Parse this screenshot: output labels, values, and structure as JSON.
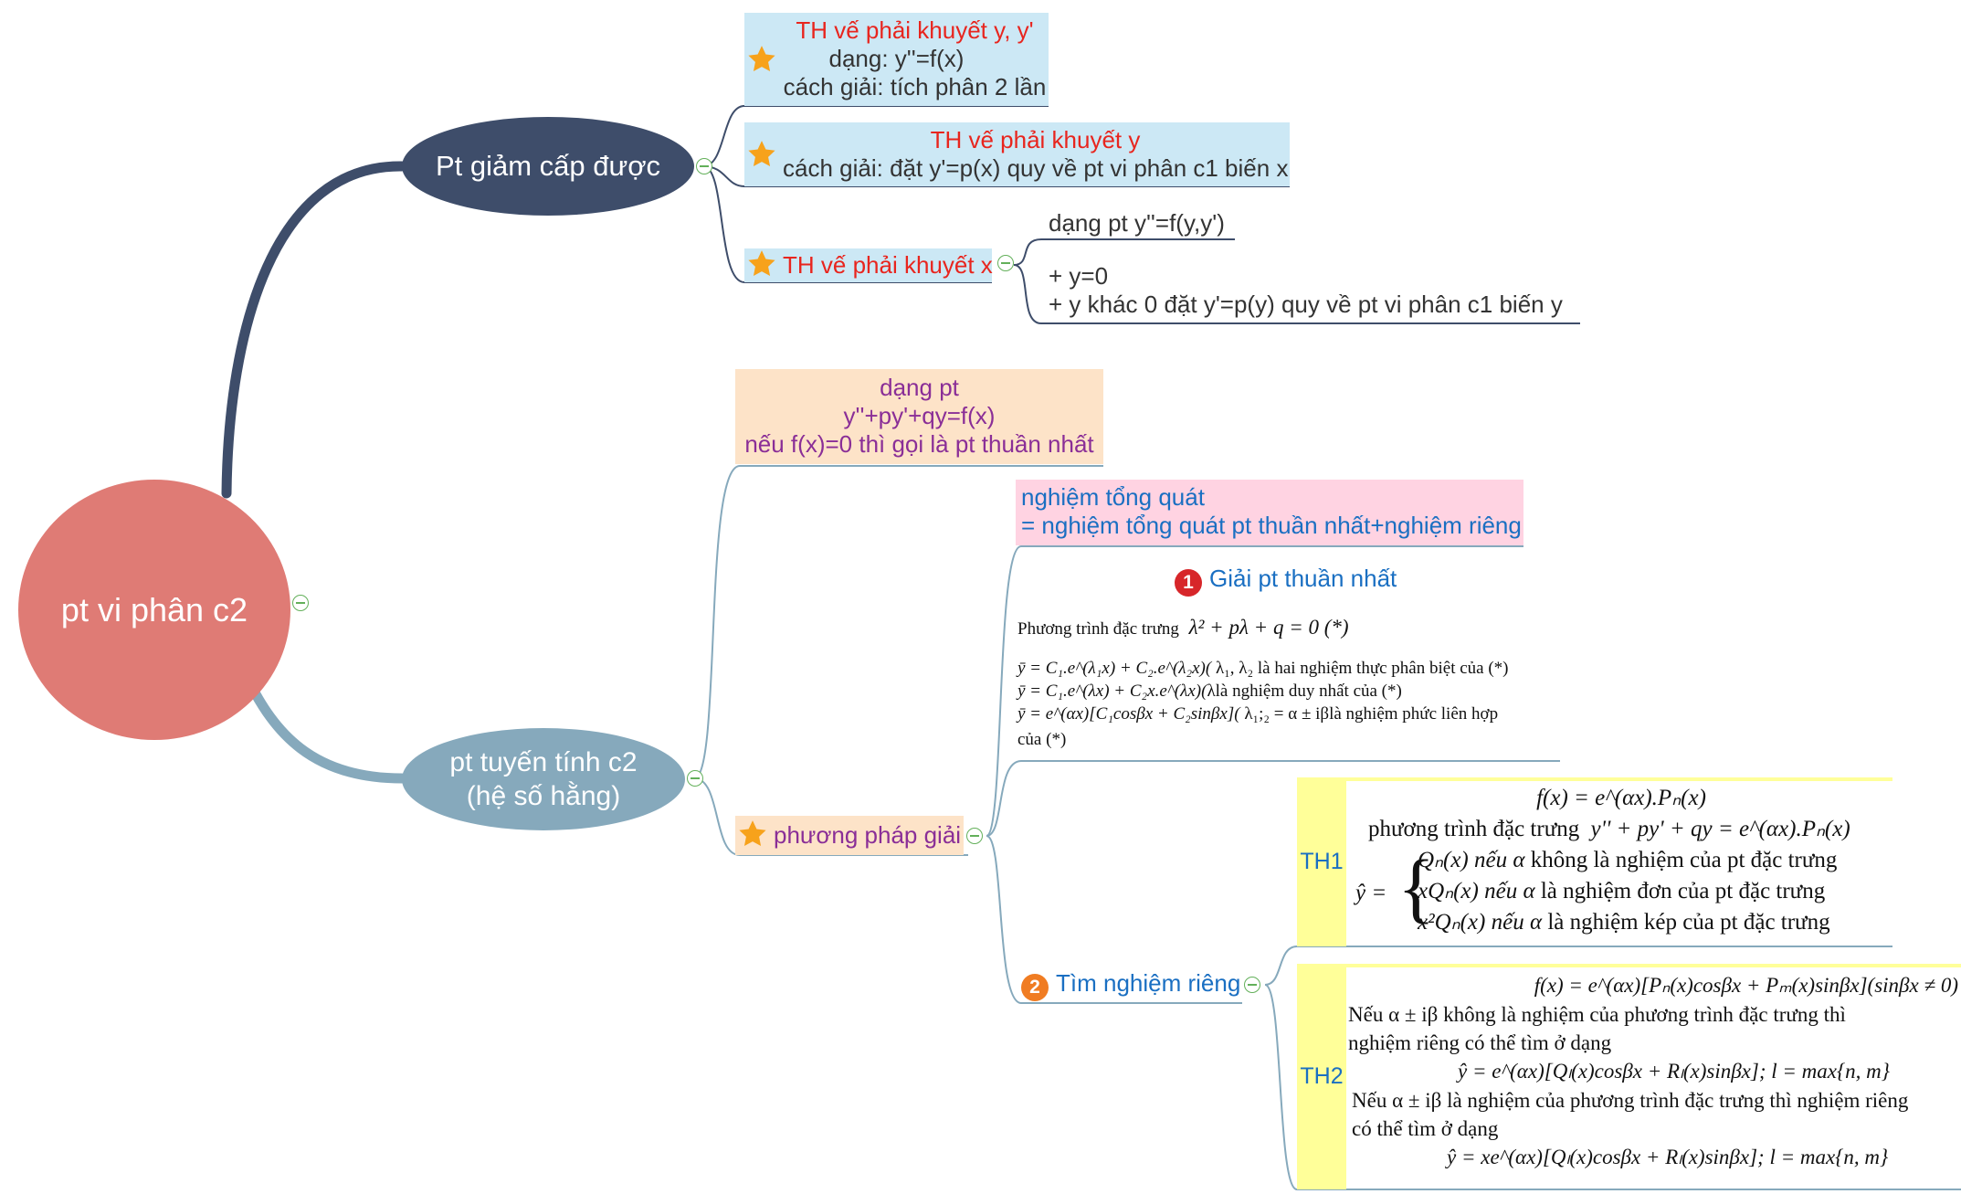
{
  "root": {
    "label": "pt vi phân c2"
  },
  "branch_reducible": {
    "label": "Pt giảm cấp được",
    "case1": {
      "title": "TH vế phải khuyết y, y'",
      "form": "dạng: y''=f(x)",
      "method": "cách giải: tích phân 2 lần"
    },
    "case2": {
      "title": "TH vế phải khuyết y",
      "method": "cách giải: đặt y'=p(x) quy về pt vi phân c1 biến x"
    },
    "case3": {
      "title": "TH vế phải khuyết x",
      "form": "dạng pt y''=f(y,y')",
      "sub1": "+ y=0",
      "sub2": "+ y khác 0 đặt y'=p(y) quy về pt vi phân c1 biến y"
    }
  },
  "branch_linear": {
    "label_line1": "pt tuyến tính c2",
    "label_line2": "(hệ số hằng)",
    "form": {
      "line1": "dạng pt",
      "line2": "y''+py'+qy=f(x)",
      "line3": "nếu f(x)=0 thì gọi là pt thuần nhất"
    },
    "method_label": "phương pháp giải",
    "general": {
      "line1": "nghiệm tổng quát",
      "line2": "= nghiệm tổng quát pt thuần nhất+nghiệm riêng"
    },
    "step1": {
      "badge": "1",
      "label": "Giải pt thuần nhất",
      "char_eq_text": "Phương trình đặc trưng",
      "char_eq_math": "λ² + pλ + q = 0 (*)",
      "case_a_math": "ȳ = C₁.e^(λ₁x) + C₂.e^(λ₂x)(",
      "case_a_text": "λ₁, λ₂ là hai nghiệm thực phân biệt của (*)",
      "case_b_math": "ȳ = C₁.e^(λx) + C₂x.e^(λx)(",
      "case_b_text": "λlà nghiệm duy nhất của (*)",
      "case_c_math": "ȳ = e^(αx)[C₁cosβx + C₂sinβx](",
      "case_c_text": "λ₁;₂ = α ± iβlà nghiệm phức liên hợp",
      "case_c_tail": "của (*)"
    },
    "step2": {
      "badge": "2",
      "label": "Tìm nghiệm riêng",
      "th1": {
        "tag": "TH1",
        "f": "f(x) = e^(αx).Pₙ(x)",
        "char_text": "phương trình đặc trưng",
        "char_math": "y'' + py' + qy = e^(αx).Pₙ(x)",
        "yhat": "ŷ =",
        "opt1_math": "Qₙ(x) nếu α",
        "opt1_text": "không là nghiệm của pt đặc trưng",
        "opt2_math": "xQₙ(x) nếu α",
        "opt2_text": "là nghiệm đơn của pt đặc trưng",
        "opt3_math": "x²Qₙ(x) nếu α",
        "opt3_text": "là nghiệm kép của pt đặc trưng"
      },
      "th2": {
        "tag": "TH2",
        "f": "f(x) = e^(αx)[Pₙ(x)cosβx + Pₘ(x)sinβx](sinβx ≠ 0)",
        "cond1_a": "Nếu α ± iβ không là nghiệm của phương trình đặc trưng thì",
        "cond1_b": "nghiệm riêng có thể tìm ở dạng",
        "sol1": "ŷ = e^(αx)[Qₗ(x)cosβx + Rₗ(x)sinβx]; l = max{n, m}",
        "cond2_a": "Nếu α ± iβ là nghiệm của phương trình đặc trưng thì nghiệm riêng",
        "cond2_b": "có thể tìm ở dạng",
        "sol2": "ŷ = xe^(αx)[Qₗ(x)cosβx + Rₗ(x)sinβx]; l = max{n, m}"
      }
    }
  },
  "colors": {
    "root_fill": "#df7b75",
    "reducible_fill": "#3e4d6a",
    "linear_fill": "#86a9bc",
    "star": "#f7a21b",
    "blue_box": "#cce8f5",
    "peach_box": "#fde3c8",
    "pink_box": "#ffd3e2",
    "tag_yellow": "#ffff99",
    "badge1": "#d7262a",
    "badge2": "#f07c22",
    "collapse_ring": "#63b05a"
  },
  "icons": [
    "star-icon",
    "collapse-icon",
    "number-badge-icon"
  ]
}
